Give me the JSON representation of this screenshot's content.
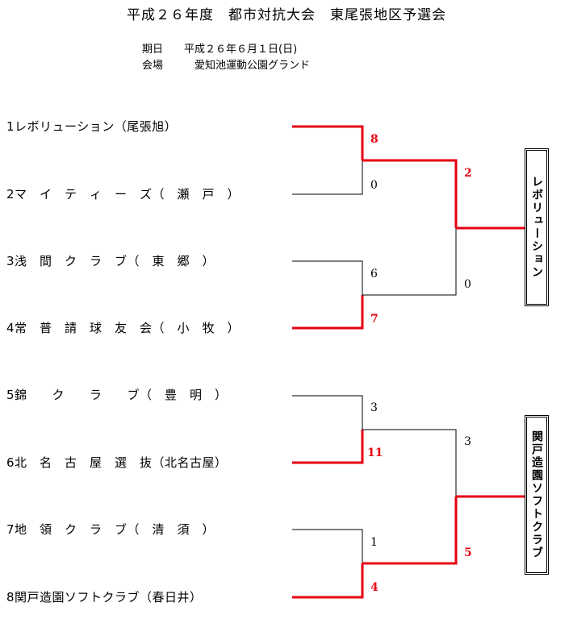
{
  "header": {
    "title": "平成２６年度　都市対抗大会　東尾張地区予選会",
    "date_line": "期日　　平成２６年６月１日(日)",
    "venue_line": "会場　　　愛知池運動公園グランド"
  },
  "teams": [
    {
      "label": "1レボリューション（尾張旭）"
    },
    {
      "label": "2マ　イ　テ　ィ　ー　ズ（　瀬　戸　）"
    },
    {
      "label": "3浅　間　ク　ラ　ブ（　東　郷　）"
    },
    {
      "label": "4常　普　請　球　友　会（　小　牧　）"
    },
    {
      "label": "5錦　　ク　　ラ　　ブ（　豊　明　）"
    },
    {
      "label": "6北　名　古　屋　選　抜（北名古屋）"
    },
    {
      "label": "7地　領　ク　ラ　ブ（　清　須　）"
    },
    {
      "label": "8関戸造園ソフトクラブ（春日井）"
    }
  ],
  "scores": {
    "r1": [
      {
        "top": "8",
        "bottom": "0",
        "winner": "top"
      },
      {
        "top": "6",
        "bottom": "7",
        "winner": "bottom"
      },
      {
        "top": "3",
        "bottom": "11",
        "winner": "bottom"
      },
      {
        "top": "1",
        "bottom": "4",
        "winner": "bottom"
      }
    ],
    "r2": [
      {
        "top": "2",
        "bottom": "0",
        "winner": "top"
      },
      {
        "top": "3",
        "bottom": "5",
        "winner": "bottom"
      }
    ]
  },
  "qualifiers": [
    {
      "name": "レボリューション"
    },
    {
      "name": "関戸造園ソフトクラブ"
    }
  ],
  "colors": {
    "winner_line": "#e60012",
    "loser_line": "#000000"
  }
}
